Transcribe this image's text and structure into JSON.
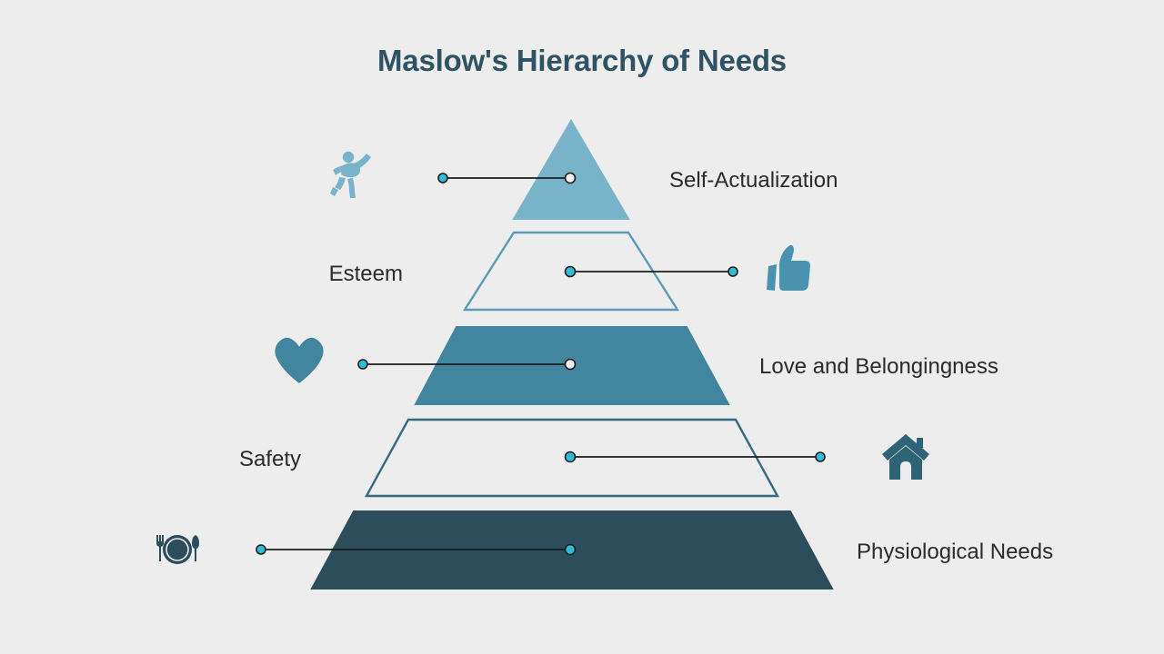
{
  "page": {
    "title": "Maslow's Hierarchy of Needs",
    "background_color": "#ededed",
    "title_color": "#2e5463"
  },
  "chart_data": {
    "type": "pyramid",
    "title": "Maslow's Hierarchy of Needs",
    "levels": [
      {
        "rank": 5,
        "label": "Self-Actualization",
        "label_side": "right",
        "icon": "running-person-icon",
        "icon_side": "left",
        "fill": "#79b3c9",
        "stroke": "#79b3c9",
        "filled": true
      },
      {
        "rank": 4,
        "label": "Esteem",
        "label_side": "left",
        "icon": "thumbs-up-icon",
        "icon_side": "right",
        "fill": "none",
        "stroke": "#5b9bb5",
        "filled": false
      },
      {
        "rank": 3,
        "label": "Love and Belongingness",
        "label_side": "right",
        "icon": "heart-icon",
        "icon_side": "left",
        "fill": "#42859e",
        "stroke": "#42859e",
        "filled": true
      },
      {
        "rank": 2,
        "label": "Safety",
        "label_side": "left",
        "icon": "house-icon",
        "icon_side": "right",
        "fill": "none",
        "stroke": "#356b82",
        "filled": false
      },
      {
        "rank": 1,
        "label": "Physiological Needs",
        "label_side": "right",
        "icon": "plate-cutlery-icon",
        "icon_side": "left",
        "fill": "#2b4d5c",
        "stroke": "#2b4d5c",
        "filled": true
      }
    ],
    "connector_dot_color": "#2fbcd6",
    "connector_line_color": "#1d1d1d",
    "legend": "none",
    "grid": false
  }
}
